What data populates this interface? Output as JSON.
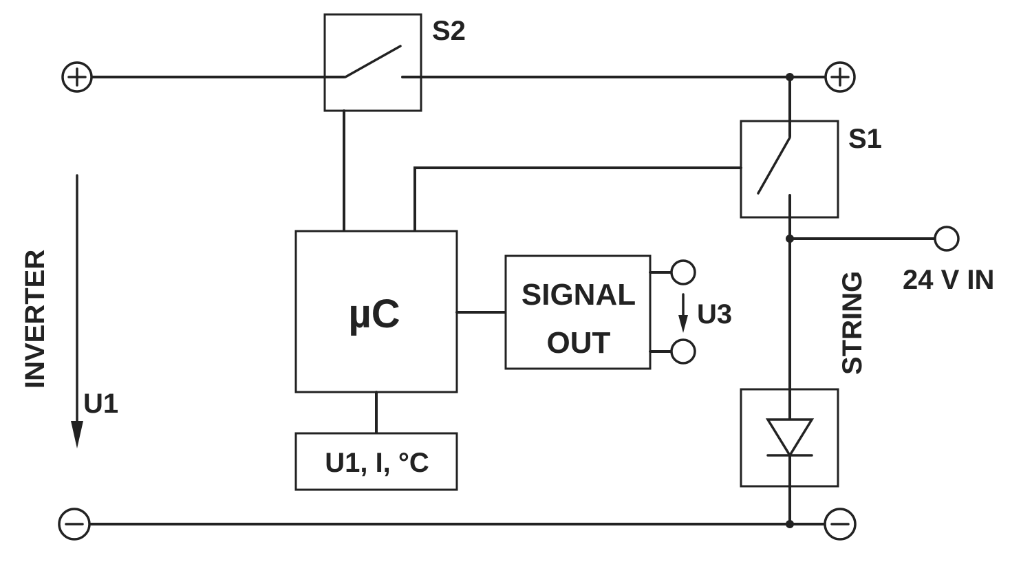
{
  "labels": {
    "s1": "S1",
    "s2": "S2",
    "uc": "µC",
    "signal_out_line1": "SIGNAL",
    "signal_out_line2": "OUT",
    "u3": "U3",
    "measure": "U1, I, °C",
    "inverter": "INVERTER",
    "u1": "U1",
    "string": "STRING",
    "v24": "24 V IN"
  },
  "colors": {
    "line": "#222222",
    "background": "#ffffff"
  },
  "icons": {
    "terminal_plus": "plus-terminal-icon",
    "terminal_minus": "minus-terminal-icon",
    "terminal_open": "open-terminal-icon",
    "switch": "switch-icon",
    "diode": "diode-icon",
    "arrow": "arrow-down-icon"
  }
}
